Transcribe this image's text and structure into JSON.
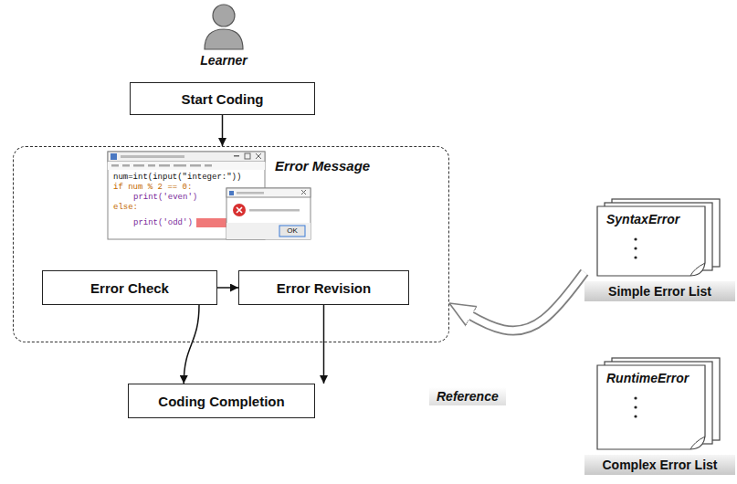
{
  "diagram": {
    "nodes": [
      {
        "text": [
          "Start Coding"
        ]
      },
      {
        "text": [
          "Error Message"
        ]
      },
      {
        "text": [
          "Error Check"
        ],
        "in": 1
      },
      {
        "text": [
          "Error Revision"
        ],
        "in": 1
      },
      {
        "text": [
          "Coding Completion"
        ]
      },
      {
        "text": [
          "SyntaxError",
          "Simple Error List"
        ]
      },
      {
        "text": [
          "RuntimeError",
          "Complex Error List"
        ]
      }
    ],
    "edges": [
      {
        "from": 0,
        "to": 1,
        "arrow": "to"
      },
      {
        "from": 2,
        "to": 3,
        "arrow": "to"
      },
      {
        "from": 2,
        "to": 4,
        "arrow": "to"
      },
      {
        "from": 3,
        "to": 4,
        "arrow": "to"
      },
      {
        "from": 5,
        "to": 1,
        "arrow": "to"
      }
    ],
    "labels": [
      "Learner",
      "num=int(input(\"integer:\"))",
      "if num % 2 == 0:",
      "print('even')",
      "else:",
      "print('odd')",
      "OK",
      "Reference"
    ]
  }
}
